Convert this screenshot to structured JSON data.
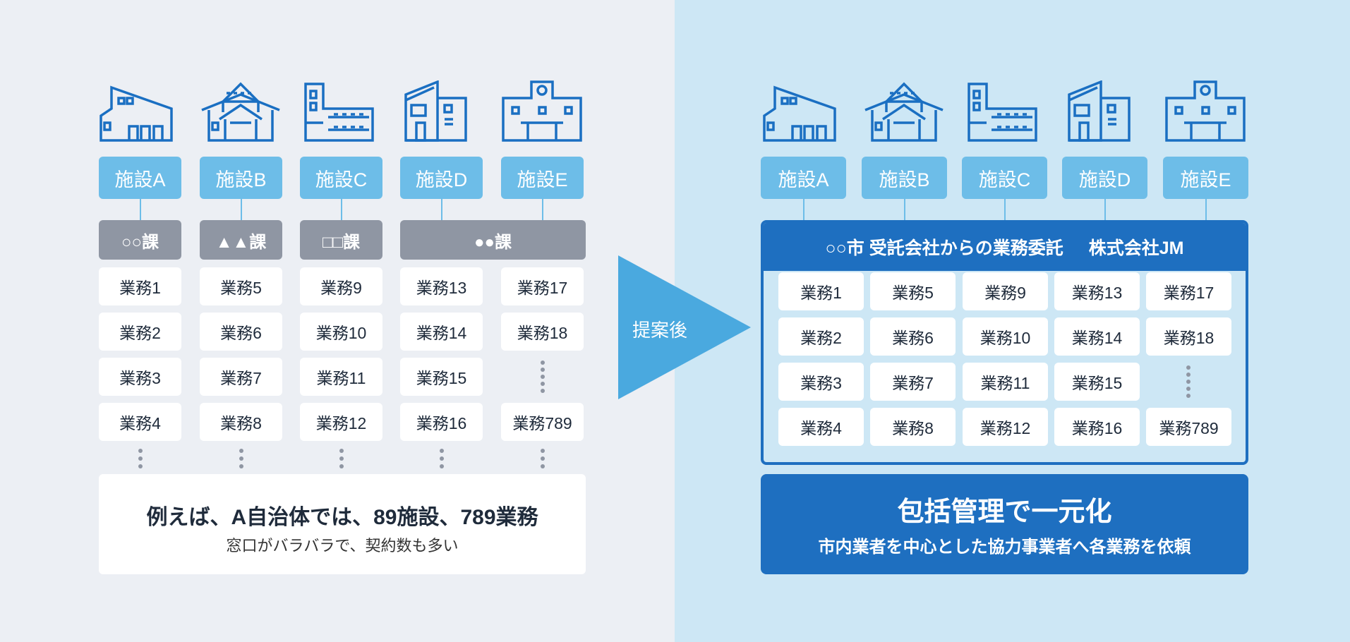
{
  "colors": {
    "building": "#1a6fc2",
    "facility": "#6dbde8",
    "dept": "#8f96a3",
    "accent": "#1e6fc0",
    "arrow": "#4aa9df"
  },
  "before": {
    "facilities": [
      "施設A",
      "施設B",
      "施設C",
      "施設D",
      "施設E"
    ],
    "departments": [
      "○○課",
      "▲▲課",
      "□□課",
      "●●課"
    ],
    "tasks": [
      [
        "業務1",
        "業務2",
        "業務3",
        "業務4"
      ],
      [
        "業務5",
        "業務6",
        "業務7",
        "業務8"
      ],
      [
        "業務9",
        "業務10",
        "業務11",
        "業務12"
      ],
      [
        "業務13",
        "業務14",
        "業務15",
        "業務16"
      ],
      [
        "業務17",
        "業務18",
        "",
        "業務789"
      ]
    ],
    "note_main": "例えば、A自治体では、89施設、789業務",
    "note_sub": "窓口がバラバラで、契約数も多い"
  },
  "arrow_label": "提案後",
  "after": {
    "facilities": [
      "施設A",
      "施設B",
      "施設C",
      "施設D",
      "施設E"
    ],
    "header_left": "○○市 受託会社からの業務委託",
    "header_right": "株式会社JM",
    "tasks": [
      [
        "業務1",
        "業務2",
        "業務3",
        "業務4"
      ],
      [
        "業務5",
        "業務6",
        "業務7",
        "業務8"
      ],
      [
        "業務9",
        "業務10",
        "業務11",
        "業務12"
      ],
      [
        "業務13",
        "業務14",
        "業務15",
        "業務16"
      ],
      [
        "業務17",
        "業務18",
        "",
        "業務789"
      ]
    ],
    "summary_main": "包括管理で一元化",
    "summary_sub": "市内業者を中心とした協力事業者へ各業務を依頼"
  }
}
